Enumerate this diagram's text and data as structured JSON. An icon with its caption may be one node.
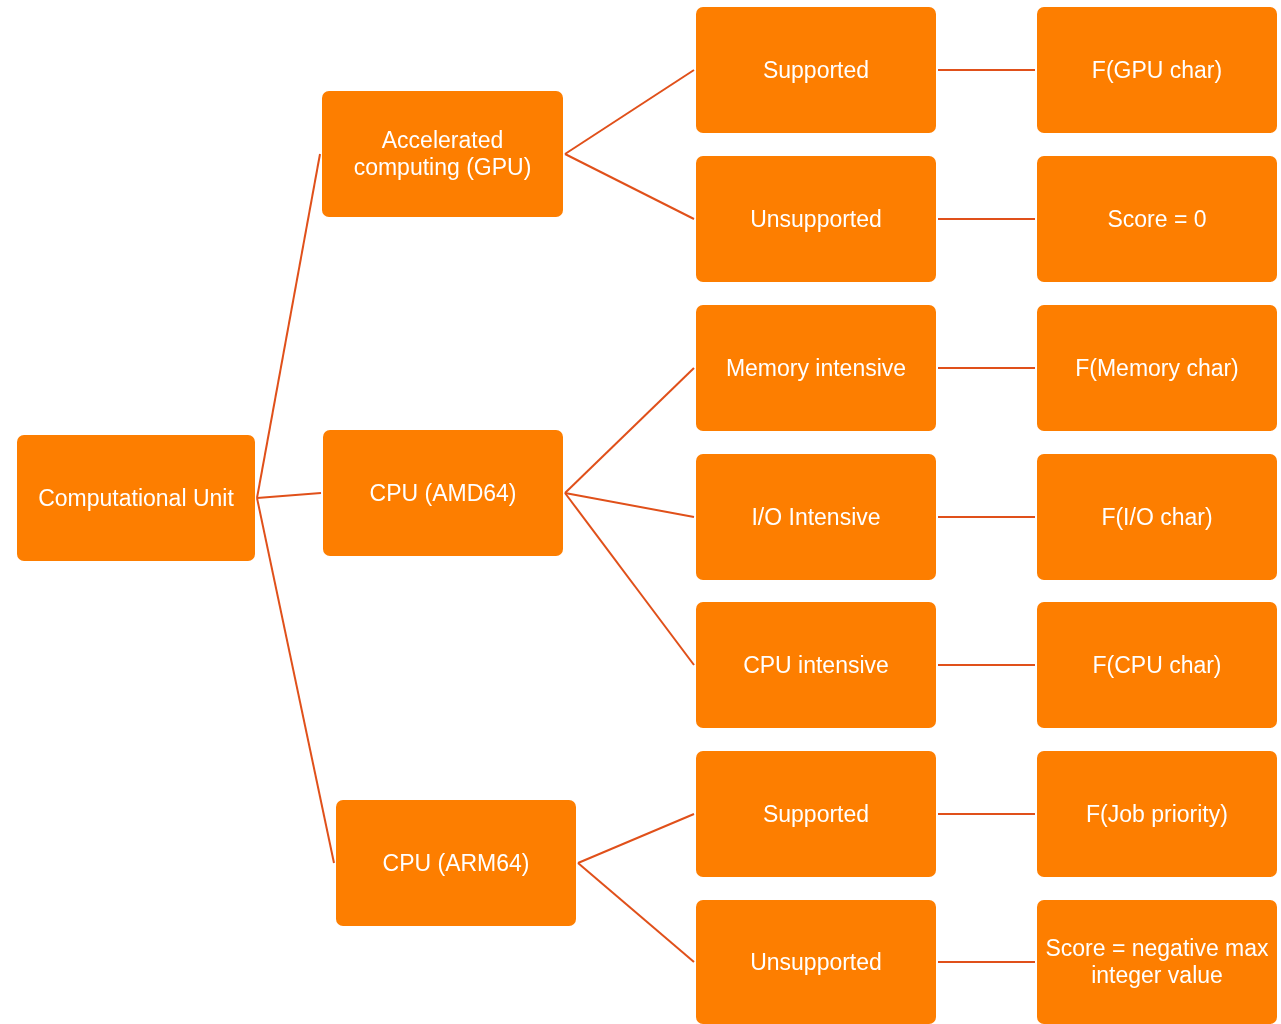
{
  "diagram": {
    "nodes": [
      {
        "text": [
          "Computational Unit"
        ]
      },
      {
        "text": [
          "Accelerated computing (GPU)"
        ]
      },
      {
        "text": [
          "CPU (AMD64)"
        ]
      },
      {
        "text": [
          "CPU (ARM64)"
        ]
      },
      {
        "text": [
          "Supported"
        ]
      },
      {
        "text": [
          "Unsupported"
        ]
      },
      {
        "text": [
          "Memory intensive"
        ]
      },
      {
        "text": [
          "I/O Intensive"
        ]
      },
      {
        "text": [
          "CPU intensive"
        ]
      },
      {
        "text": [
          "Supported"
        ]
      },
      {
        "text": [
          "Unsupported"
        ]
      },
      {
        "text": [
          "F(GPU char)"
        ]
      },
      {
        "text": [
          "Score = 0"
        ]
      },
      {
        "text": [
          "F(Memory char)"
        ]
      },
      {
        "text": [
          "F(I/O char)"
        ]
      },
      {
        "text": [
          "F(CPU char)"
        ]
      },
      {
        "text": [
          "F(Job priority)"
        ]
      },
      {
        "text": [
          "Score = negative max integer value"
        ]
      }
    ],
    "edges": [
      {
        "from": 0,
        "to": 1,
        "arrow": "none"
      },
      {
        "from": 0,
        "to": 2,
        "arrow": "none"
      },
      {
        "from": 0,
        "to": 3,
        "arrow": "none"
      },
      {
        "from": 1,
        "to": 4,
        "arrow": "none"
      },
      {
        "from": 1,
        "to": 5,
        "arrow": "none"
      },
      {
        "from": 2,
        "to": 6,
        "arrow": "none"
      },
      {
        "from": 2,
        "to": 7,
        "arrow": "none"
      },
      {
        "from": 2,
        "to": 8,
        "arrow": "none"
      },
      {
        "from": 3,
        "to": 9,
        "arrow": "none"
      },
      {
        "from": 3,
        "to": 10,
        "arrow": "none"
      },
      {
        "from": 4,
        "to": 11,
        "arrow": "none"
      },
      {
        "from": 5,
        "to": 12,
        "arrow": "none"
      },
      {
        "from": 6,
        "to": 13,
        "arrow": "none"
      },
      {
        "from": 7,
        "to": 14,
        "arrow": "none"
      },
      {
        "from": 8,
        "to": 15,
        "arrow": "none"
      },
      {
        "from": 9,
        "to": 16,
        "arrow": "none"
      },
      {
        "from": 10,
        "to": 17,
        "arrow": "none"
      }
    ]
  }
}
